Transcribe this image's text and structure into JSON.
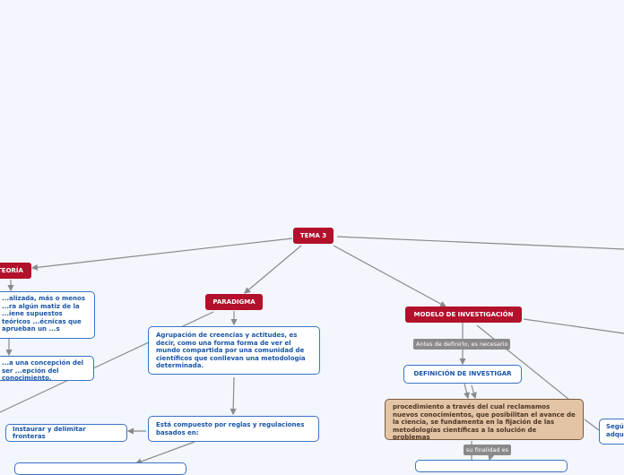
{
  "nodes": {
    "tema3": "TEMA 3",
    "teoria": "TEORÍA",
    "paradigma": "PARADIGMA",
    "modelo": "MODELO DE INVESTIGACIÓN",
    "teoria_def": "...alizada, más o menos ...ra algún matiz de la ...iene supuestos teóricos ...écnicas que aprueban un ...s",
    "teoria_concepcion": "...a una concepción del ser ...epción del conocimiento.",
    "paradigma_def": "Agrupación de creencias y actitudes, es decir, como una forma forma de ver el mundo compartida por una comunidad de científicos que conllevan una metodología determinada.",
    "compuesto": "Está compuesto por reglas y regulaciones basados en:",
    "instaurar": "Instaurar y delimitar fronteras",
    "definicion": "DEFINICIÓN DE INVESTIGAR",
    "procedimiento": "procedimiento a través del cual reclamamos nuevos conocimientos, que posibilitan el avance de la ciencia, se fundamenta en la fijación de las metodologías científicas a la solución de problemas",
    "segun": "Segú... adqu..."
  },
  "labels": {
    "antes": "Antes de definirlo, es necesario",
    "finalidad": "su finalidad es"
  },
  "colors": {
    "main_topic": "#b3102b",
    "subtopic_border": "#3b73c4",
    "subtopic_text": "#1754a8",
    "tan_fill": "#e3c5a5",
    "connector": "#8a8a8a",
    "background": "#f3f6fd"
  }
}
